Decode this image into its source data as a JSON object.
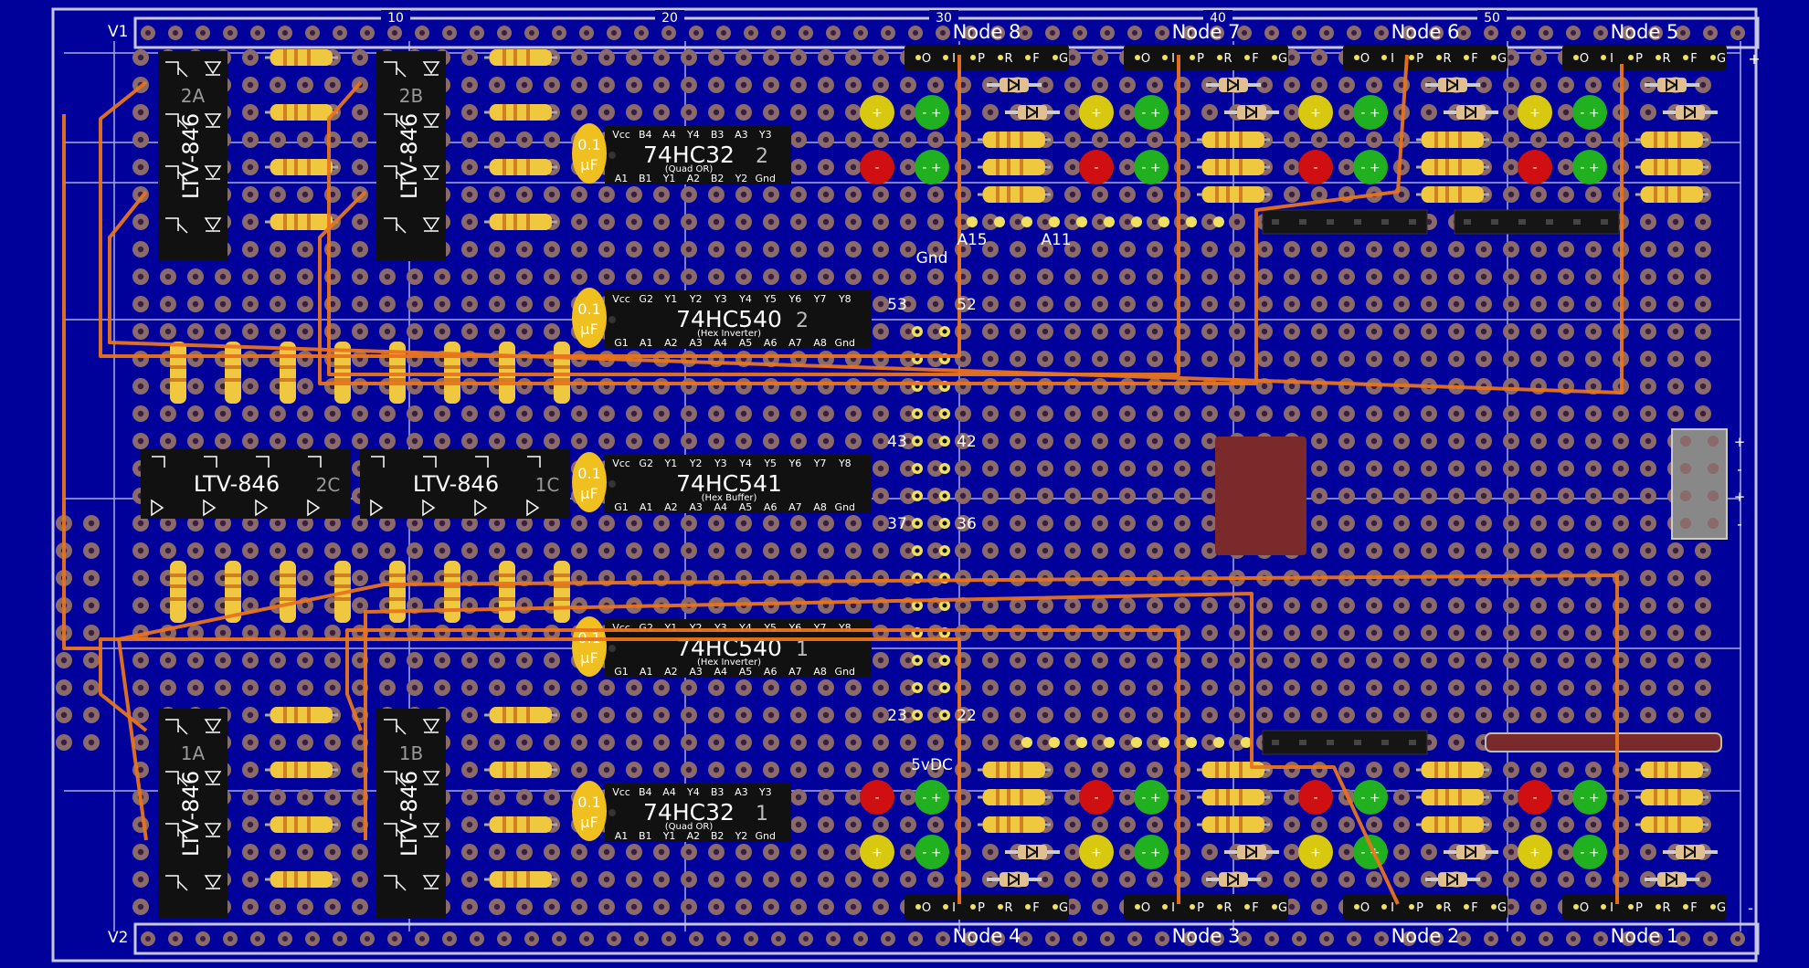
{
  "colors": {
    "background": "#00009a",
    "board_outline": "#c8c8e6",
    "grid_line": "#9fa3d8",
    "pad": "#8a6a6a",
    "pad_hole": "#3a2040",
    "wire": "#e8741e",
    "chip": "#111111",
    "capacitor": "#f0c020",
    "resistor": "#f0c840",
    "led_red": "#d01010",
    "led_green": "#20b020",
    "led_yellow": "#d8c810",
    "relay": "#7a2a2a",
    "text_white": "#ffffff"
  },
  "rails": {
    "top_label": "V1",
    "bottom_label": "V2"
  },
  "column_numbers": [
    "10",
    "20",
    "30",
    "40",
    "50"
  ],
  "nodes_top": [
    "Node 8",
    "Node 7",
    "Node 6",
    "Node 5"
  ],
  "nodes_bottom": [
    "Node 4",
    "Node 3",
    "Node 2",
    "Node 1"
  ],
  "connector_pins": [
    "O",
    "I",
    "P",
    "R",
    "F",
    "G"
  ],
  "chips": {
    "or_top": {
      "name": "74HC32",
      "num": "2",
      "sub": "(Quad OR)",
      "pins_top": [
        "Vcc",
        "B4",
        "A4",
        "Y4",
        "B3",
        "A3",
        "Y3"
      ],
      "pins_bottom": [
        "A1",
        "B1",
        "Y1",
        "A2",
        "B2",
        "Y2",
        "Gnd"
      ]
    },
    "inv_top": {
      "name": "74HC540",
      "num": "2",
      "sub": "(Hex Inverter)",
      "pins_top": [
        "Vcc",
        "G2",
        "Y1",
        "Y2",
        "Y3",
        "Y4",
        "Y5",
        "Y6",
        "Y7",
        "Y8"
      ],
      "pins_bottom": [
        "G1",
        "A1",
        "A2",
        "A3",
        "A4",
        "A5",
        "A6",
        "A7",
        "A8",
        "Gnd"
      ]
    },
    "buf": {
      "name": "74HC541",
      "num": "",
      "sub": "(Hex Buffer)",
      "pins_top": [
        "Vcc",
        "G2",
        "Y1",
        "Y2",
        "Y3",
        "Y4",
        "Y5",
        "Y6",
        "Y7",
        "Y8"
      ],
      "pins_bottom": [
        "G1",
        "A1",
        "A2",
        "A3",
        "A4",
        "A5",
        "A6",
        "A7",
        "A8",
        "Gnd"
      ]
    },
    "inv_bottom": {
      "name": "74HC540",
      "num": "1",
      "sub": "(Hex Inverter)",
      "pins_top": [
        "Vcc",
        "G2",
        "Y1",
        "Y2",
        "Y3",
        "Y4",
        "Y5",
        "Y6",
        "Y7",
        "Y8"
      ],
      "pins_bottom": [
        "G1",
        "A1",
        "A2",
        "A3",
        "A4",
        "A5",
        "A6",
        "A7",
        "A8",
        "Gnd"
      ]
    },
    "or_bottom": {
      "name": "74HC32",
      "num": "1",
      "sub": "(Quad OR)",
      "pins_top": [
        "Vcc",
        "B4",
        "A4",
        "Y4",
        "B3",
        "A3",
        "Y3"
      ],
      "pins_bottom": [
        "A1",
        "B1",
        "Y1",
        "A2",
        "B2",
        "Y2",
        "Gnd"
      ]
    }
  },
  "capacitor": {
    "line1": "0.1",
    "line2": "µF"
  },
  "optos_vertical": [
    {
      "name": "LTV-846",
      "tag": "2A"
    },
    {
      "name": "LTV-846",
      "tag": "2B"
    },
    {
      "name": "LTV-846",
      "tag": "1A"
    },
    {
      "name": "LTV-846",
      "tag": "1B"
    }
  ],
  "optos_horizontal": [
    {
      "name": "LTV-846",
      "tag": "2C"
    },
    {
      "name": "LTV-846",
      "tag": "1C"
    }
  ],
  "header_labels": {
    "gnd": "Gnd",
    "a15": "A15",
    "a11": "A11",
    "vdc": "5vDC",
    "p53": "53",
    "p52": "52",
    "p43": "43",
    "p42": "42",
    "p37": "37",
    "p36": "36",
    "p23": "23",
    "p22": "22"
  },
  "power_terminal": [
    "+",
    "-",
    "+",
    "-"
  ],
  "edge_marks": {
    "plus": "+",
    "minus": "-"
  }
}
